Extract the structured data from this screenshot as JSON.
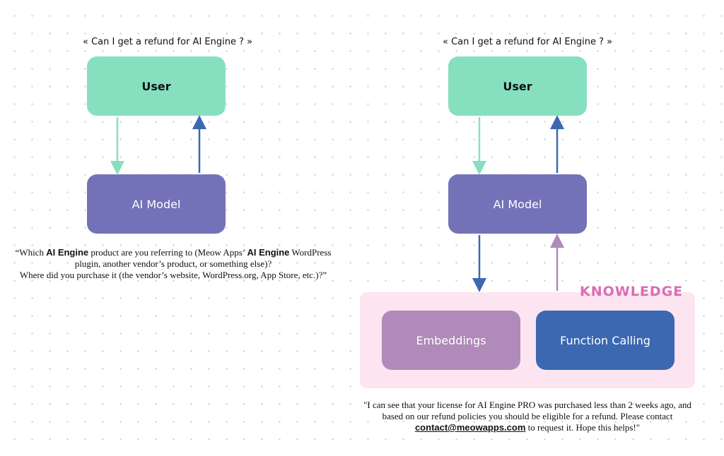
{
  "left": {
    "question": "« Can I get a refund for AI Engine ? »",
    "user_label": "User",
    "model_label": "AI Model",
    "answer": {
      "p1": "“Which ",
      "b1": "AI Engine",
      "p2": " product are you referring to (Meow Apps’ ",
      "b2": "AI Engine",
      "p3": " WordPress plugin, another vendor’s product, or something else)?",
      "p4": "Where did you purchase it (the vendor’s website, WordPress.org, App Store, etc.)?”"
    }
  },
  "right": {
    "question": "« Can I get a refund for AI Engine ? »",
    "user_label": "User",
    "model_label": "AI Model",
    "knowledge_title": "KNOWLEDGE",
    "embeddings_label": "Embeddings",
    "function_calling_label": "Function Calling",
    "answer": {
      "p1": "\"I can see that your license for AI Engine PRO was purchased less than 2 weeks ago, and based on our refund policies you should be eligible for a refund. Please contact ",
      "link": "contact@meowapps.com",
      "p2": " to request it. Hope this helps!\""
    }
  },
  "colors": {
    "user": "#86e0c0",
    "model": "#7372b8",
    "embeddings": "#b08ab8",
    "function_calling": "#3b68b1",
    "knowledge_bg": "#fce4f1",
    "knowledge_title": "#d96db5",
    "arrow_down_green": "#86e0c0",
    "arrow_up_blue": "#3b68b1",
    "arrow_up_purple": "#b08ab8"
  }
}
